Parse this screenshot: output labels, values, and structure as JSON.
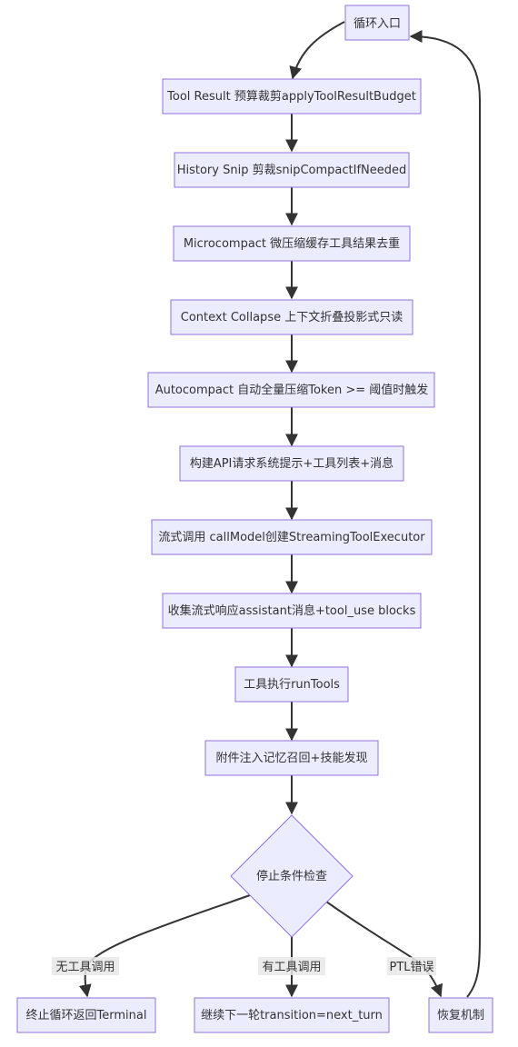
{
  "nodes": {
    "loop_entry": "循环入口",
    "tool_result_budget": "Tool Result 预算裁剪applyToolResultBudget",
    "history_snip": "History Snip 剪裁snipCompactIfNeeded",
    "microcompact": "Microcompact 微压缩缓存工具结果去重",
    "context_collapse": "Context Collapse 上下文折叠投影式只读",
    "autocompact": "Autocompact 自动全量压缩Token >= 阈值时触发",
    "build_request": "构建API请求系统提示+工具列表+消息",
    "streaming_call": "流式调用 callModel创建StreamingToolExecutor",
    "collect_response": "收集流式响应assistant消息+tool_use blocks",
    "run_tools": "工具执行runTools",
    "attachments": "附件注入记忆召回+技能发现",
    "stop_check": "停止条件检查",
    "terminate": "终止循环返回Terminal",
    "next_turn": "继续下一轮transition=next_turn",
    "recovery": "恢复机制"
  },
  "edge_labels": {
    "no_tools": "无工具调用",
    "has_tools": "有工具调用",
    "ptl_error": "PTL错误"
  }
}
